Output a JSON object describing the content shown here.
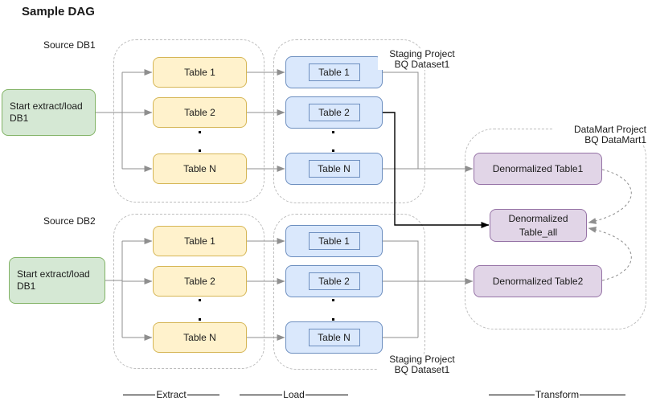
{
  "title": "Sample DAG",
  "sources": [
    {
      "label": "Source DB1",
      "start_line1": "Start extract/load",
      "start_line2": "DB1"
    },
    {
      "label": "Source DB2",
      "start_line1": "Start extract/load",
      "start_line2": "DB1"
    }
  ],
  "tables": [
    "Table 1",
    "Table 2",
    "Table N"
  ],
  "staging_label": {
    "line1": "Staging Project",
    "line2": "BQ Dataset1"
  },
  "datamart_label": {
    "line1": "DataMart Project",
    "line2": "BQ DataMart1"
  },
  "datamart_nodes": {
    "table1": "Denormalized Table1",
    "table_all_line1": "Denormalized",
    "table_all_line2": "Table_all",
    "table2": "Denormalized Table2"
  },
  "phases": {
    "extract": "Extract",
    "load": "Load",
    "transform": "Transform"
  },
  "colors": {
    "source_fill": "#d5e8d4",
    "source_stroke": "#82b366",
    "extract_fill": "#fff2cc",
    "extract_stroke": "#d6b656",
    "load_fill": "#dae8fc",
    "load_stroke": "#6c8ebf",
    "datamart_fill": "#e1d5e7",
    "datamart_stroke": "#9673a6",
    "edge": "#8f8f8f",
    "edge_emphasis": "#000000",
    "group_border": "#bdbdbd"
  }
}
